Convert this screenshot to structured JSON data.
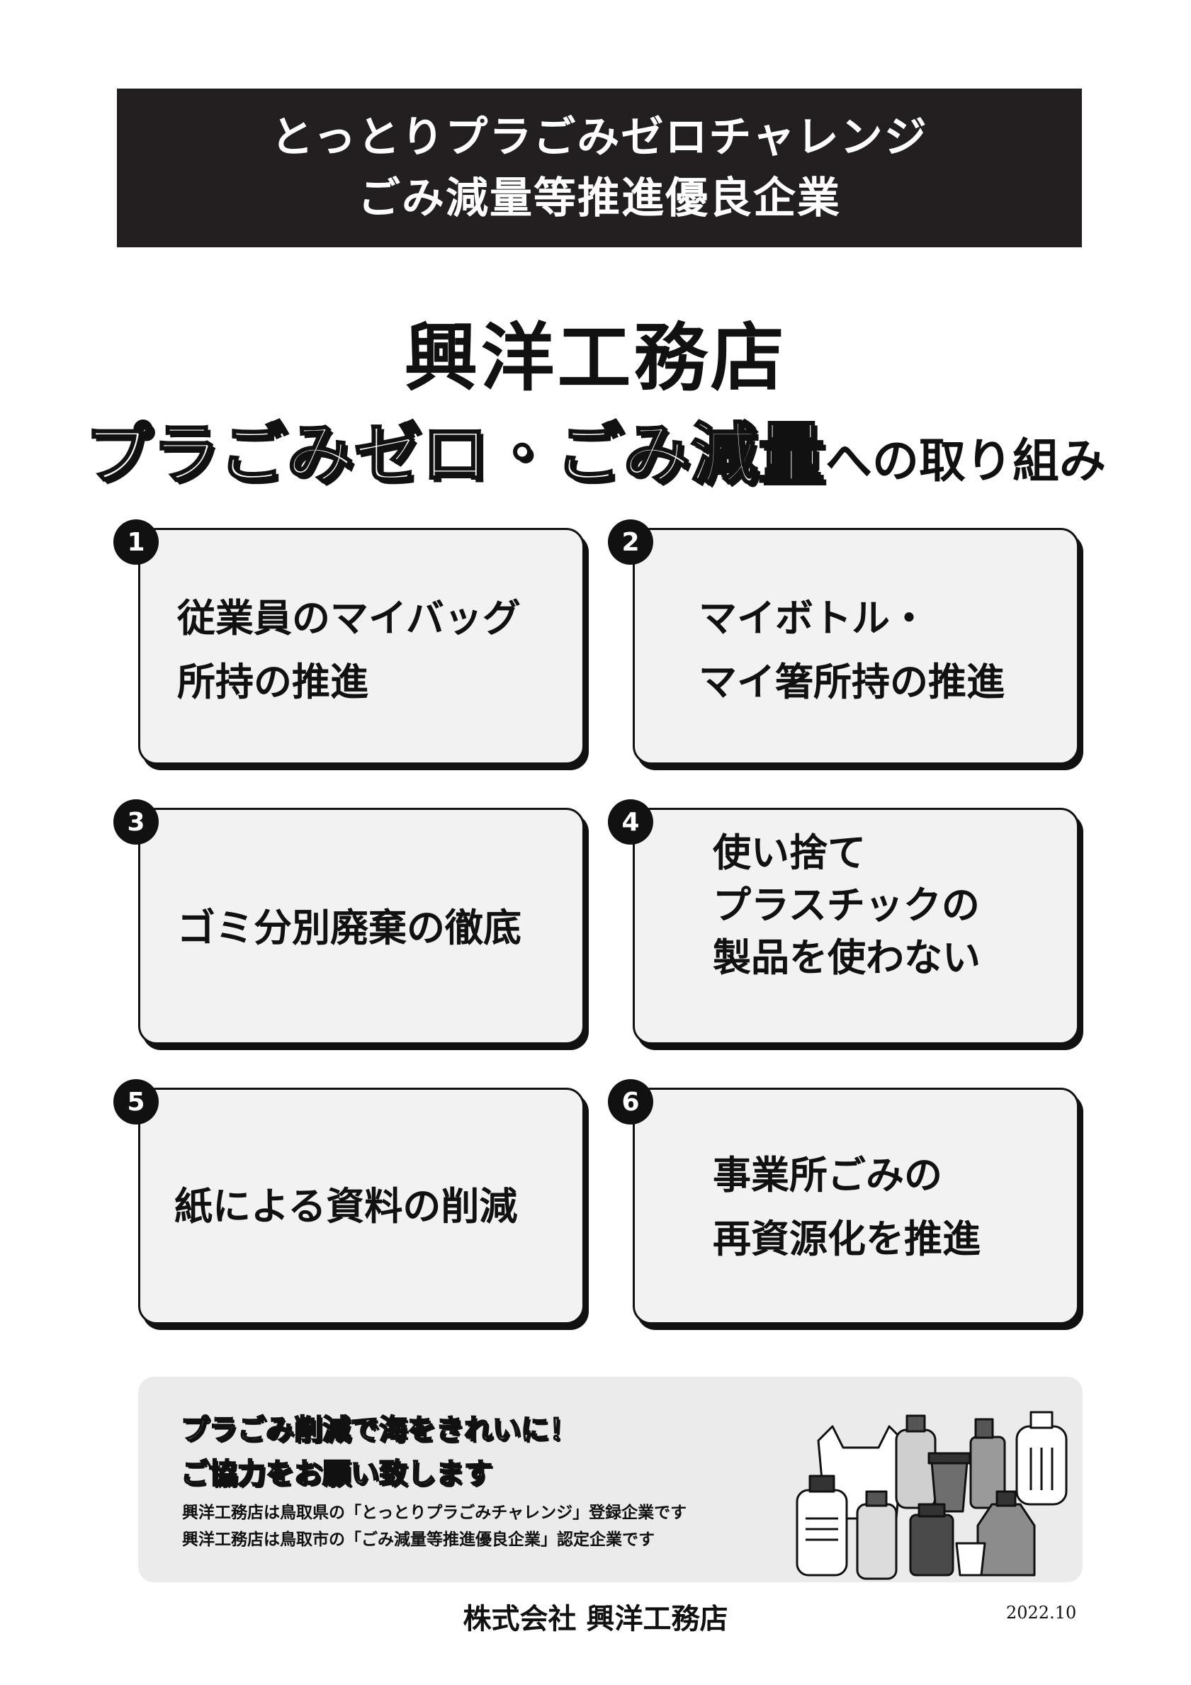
{
  "banner": {
    "line1": "とっとりプラごみゼロチャレンジ",
    "line2": "ごみ減量等推進優良企業"
  },
  "company_title": "興洋工務店",
  "subtitle": {
    "outlined": "プラごみゼロ・ごみ減量",
    "plain": "への取り組み"
  },
  "items": [
    {
      "number": "1",
      "lines": [
        "従業員のマイバッグ",
        "所持の推進"
      ]
    },
    {
      "number": "2",
      "lines": [
        "マイボトル・",
        "マイ箸所持の推進"
      ]
    },
    {
      "number": "3",
      "lines": [
        "ゴミ分別廃棄の徹底"
      ]
    },
    {
      "number": "4",
      "lines": [
        "使い捨て",
        "プラスチックの",
        "製品を使わない"
      ]
    },
    {
      "number": "5",
      "lines": [
        "紙による資料の削減"
      ]
    },
    {
      "number": "6",
      "lines": [
        "事業所ごみの",
        "再資源化を推進"
      ]
    }
  ],
  "info": {
    "heading1": "プラごみ削減で海をきれいに！",
    "heading2": "ご協力をお願い致します",
    "note1": "興洋工務店は鳥取県の「とっとりプラごみチャレンジ」登録企業です",
    "note2": "興洋工務店は鳥取市の「ごみ減量等推進優良企業」認定企業です",
    "illustration_icon": "plastic-waste-illustration"
  },
  "footer": {
    "company": "株式会社 興洋工務店",
    "date": "2022.10"
  },
  "colors": {
    "dark": "#231f20",
    "card_bg": "#f3f2f2",
    "info_bg": "#ebebeb"
  }
}
